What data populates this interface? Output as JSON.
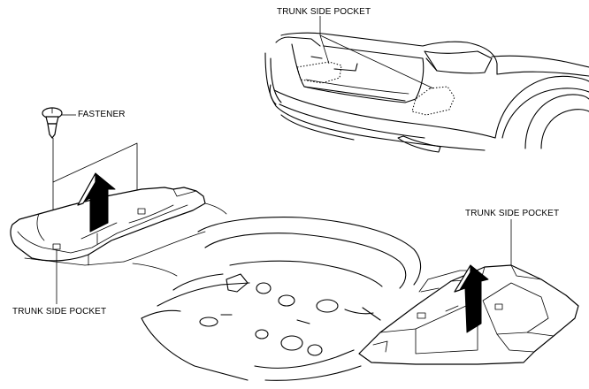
{
  "labels": {
    "top_pocket": "TRUNK SIDE POCKET",
    "fastener": "FASTENER",
    "left_pocket": "TRUNK SIDE POCKET",
    "right_pocket": "TRUNK SIDE POCKET"
  },
  "icons": [
    "fastener-icon",
    "removal-arrow-icon",
    "removal-arrow-icon"
  ]
}
